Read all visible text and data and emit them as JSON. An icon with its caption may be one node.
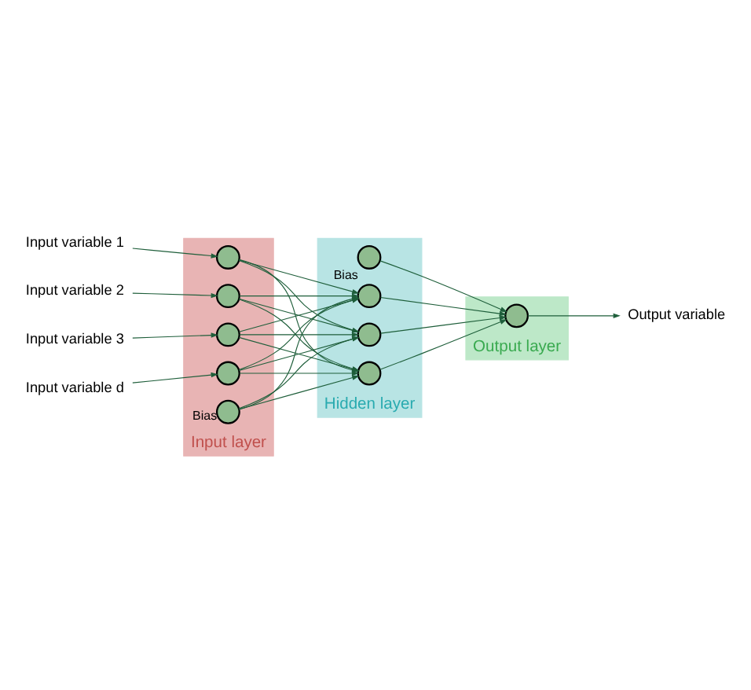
{
  "diagram": {
    "nodes": [
      {
        "text": [
          "Input layer"
        ]
      },
      {
        "text": [],
        "shape": "circle",
        "in": 0,
        "beside": [
          "Bias"
        ]
      },
      {
        "text": [],
        "shape": "circle",
        "in": 0
      },
      {
        "text": [],
        "shape": "circle",
        "in": 0
      },
      {
        "text": [],
        "shape": "circle",
        "in": 0
      },
      {
        "text": [],
        "shape": "circle",
        "in": 0
      },
      {
        "text": [
          "Hidden layer"
        ]
      },
      {
        "text": [],
        "shape": "circle",
        "in": 6,
        "beside": [
          "Bias"
        ]
      },
      {
        "text": [],
        "shape": "circle",
        "in": 6
      },
      {
        "text": [],
        "shape": "circle",
        "in": 6
      },
      {
        "text": [],
        "shape": "circle",
        "in": 6
      },
      {
        "text": [
          "Output layer"
        ]
      },
      {
        "text": [],
        "shape": "circle",
        "in": 11
      },
      {
        "text": [
          "Input variable 1"
        ]
      },
      {
        "text": [
          "Input variable 2"
        ]
      },
      {
        "text": [
          "Input variable 3"
        ]
      },
      {
        "text": [
          "Input variable d"
        ]
      },
      {
        "text": [
          "Output variable"
        ]
      }
    ],
    "edges": [
      {
        "from": 13,
        "to": 2,
        "arrow": "to"
      },
      {
        "from": 14,
        "to": 3,
        "arrow": "to"
      },
      {
        "from": 15,
        "to": 4,
        "arrow": "to"
      },
      {
        "from": 16,
        "to": 5,
        "arrow": "to"
      },
      {
        "from": 1,
        "to": 8,
        "arrow": "to"
      },
      {
        "from": 1,
        "to": 9,
        "arrow": "to"
      },
      {
        "from": 1,
        "to": 10,
        "arrow": "to"
      },
      {
        "from": 2,
        "to": 8,
        "arrow": "to"
      },
      {
        "from": 2,
        "to": 9,
        "arrow": "to"
      },
      {
        "from": 2,
        "to": 10,
        "arrow": "to"
      },
      {
        "from": 3,
        "to": 8,
        "arrow": "to"
      },
      {
        "from": 3,
        "to": 9,
        "arrow": "to"
      },
      {
        "from": 3,
        "to": 10,
        "arrow": "to"
      },
      {
        "from": 4,
        "to": 8,
        "arrow": "to"
      },
      {
        "from": 4,
        "to": 9,
        "arrow": "to"
      },
      {
        "from": 4,
        "to": 10,
        "arrow": "to"
      },
      {
        "from": 5,
        "to": 8,
        "arrow": "to"
      },
      {
        "from": 5,
        "to": 9,
        "arrow": "to"
      },
      {
        "from": 5,
        "to": 10,
        "arrow": "to"
      },
      {
        "from": 7,
        "to": 12,
        "arrow": "to"
      },
      {
        "from": 8,
        "to": 12,
        "arrow": "to"
      },
      {
        "from": 9,
        "to": 12,
        "arrow": "to"
      },
      {
        "from": 10,
        "to": 12,
        "arrow": "to"
      },
      {
        "from": 12,
        "to": 17,
        "arrow": "to"
      }
    ]
  }
}
